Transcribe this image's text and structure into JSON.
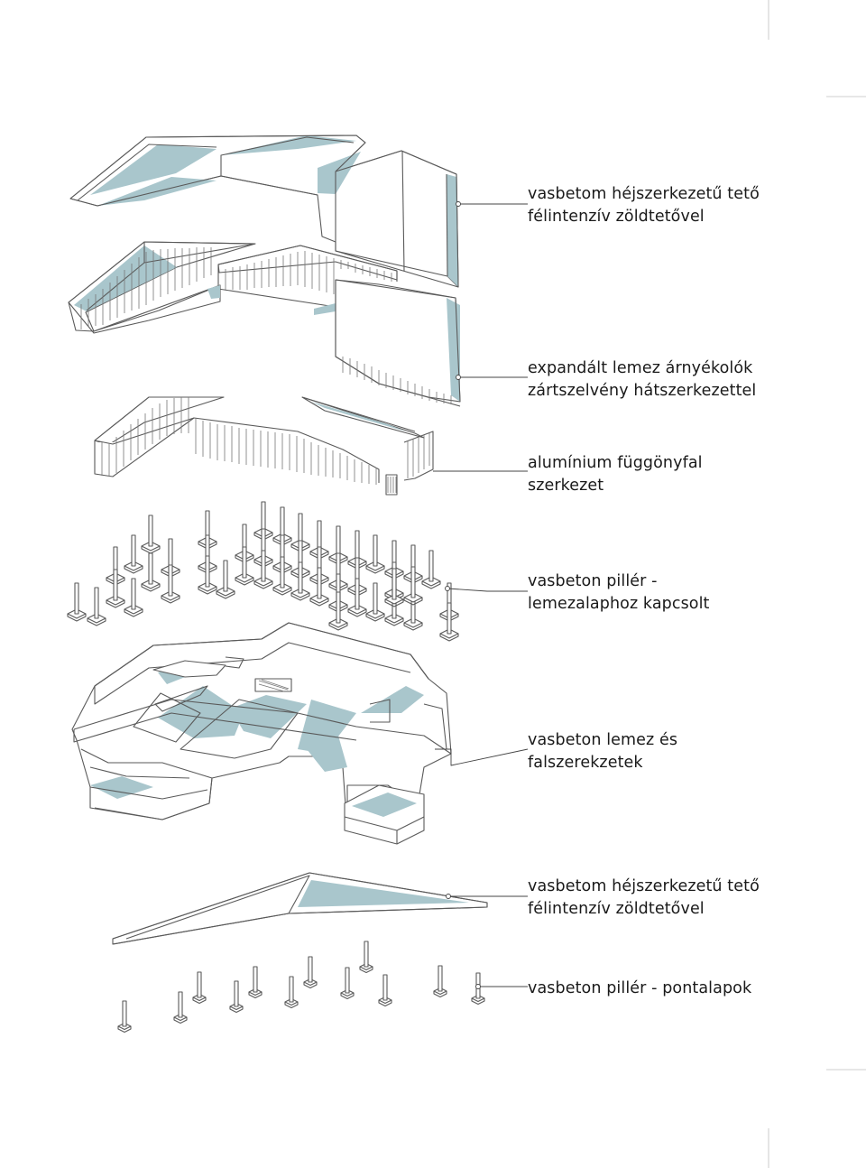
{
  "layers": [
    {
      "line1": "vasbetom héjszerkezetű tető",
      "line2": "félintenzív zöldtetővel"
    },
    {
      "line1": "expandált lemez árnyékolók",
      "line2": "zártszelvény hátszerkezettel"
    },
    {
      "line1": "alumínium függönyfal",
      "line2": "szerkezet"
    },
    {
      "line1": "vasbeton pillér -",
      "line2": "lemezalaphoz kapcsolt"
    },
    {
      "line1": "vasbeton lemez és",
      "line2": "falszerekzetek"
    },
    {
      "line1": "vasbetom héjszerkezetű tető",
      "line2": "félintenzív zöldtetővel"
    },
    {
      "line1": "vasbeton pillér - pontalapok",
      "line2": ""
    }
  ],
  "colors": {
    "line": "#555555",
    "shade": "#a9c6cc",
    "text": "#1a1a1a"
  }
}
